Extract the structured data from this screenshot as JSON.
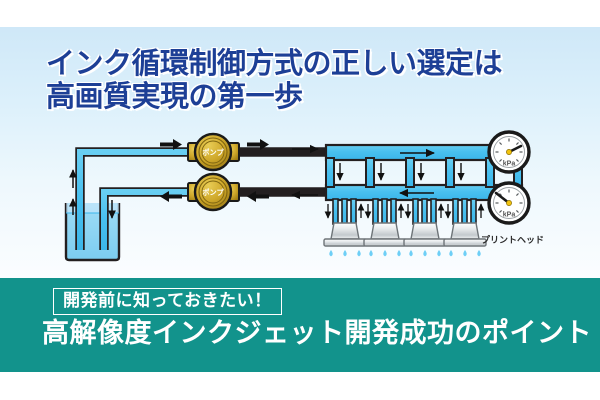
{
  "hero": {
    "title_line1": "インク循環制御方式の正しい選定は",
    "title_line2": "高画質実現の第一歩",
    "title_color": "#1d3f96",
    "bg_top_color": "#cfe8f8",
    "bg_bottom_color": "#fbfdff"
  },
  "diagram": {
    "pump_label": "ポンプ",
    "pump_label_2": "ポンプ",
    "gauge_top_label": "kPa",
    "gauge_bottom_label": "kPa",
    "printhead_label": "プリントヘッド",
    "pipe_color": "#4ec3f0",
    "pipe_outline_color": "#231f20",
    "pump_color": "#c9a227",
    "ink_color": "#8fd6f4",
    "droplet_color": "#6ecff6",
    "printhead_color": "#d9dde0",
    "printhead_count": 4,
    "droplets_per_head": 3,
    "manifold_connectors": 5
  },
  "banner": {
    "bg_color": "#12938c",
    "boxed_text": "開発前に知っておきたい！",
    "main_text": "高解像度インクジェット開発成功のポイント",
    "text_color": "#ffffff"
  }
}
